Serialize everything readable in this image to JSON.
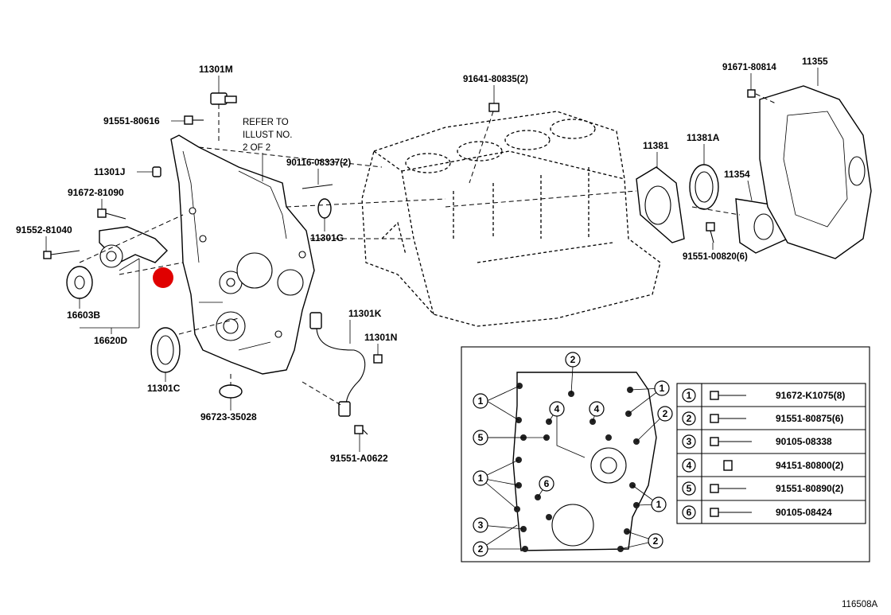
{
  "labels": {
    "p11301M": "11301M",
    "p91551_80616": "91551-80616",
    "refer_line1": "REFER TO",
    "refer_line2": "ILLUST NO.",
    "refer_line3": "2 OF 2",
    "p11301J": "11301J",
    "p91672_81090": "91672-81090",
    "p91552_81040": "91552-81040",
    "p16603B": "16603B",
    "p16620D": "16620D",
    "p11301C": "11301C",
    "p96723_35028": "96723-35028",
    "p90116_08337": "90116-08337(2)",
    "p11301G": "11301G",
    "p11301K": "11301K",
    "p11301N": "11301N",
    "p91551_A0622": "91551-A0622",
    "p91641_80835": "91641-80835(2)",
    "p11381": "11381",
    "p11381A": "11381A",
    "p11354": "11354",
    "p91551_00820": "91551-00820(6)",
    "p91671_80814": "91671-80814",
    "p11355": "11355",
    "illustration_id": "116508A"
  },
  "inset": {
    "callouts": [
      "1",
      "2",
      "3",
      "4",
      "5",
      "6"
    ],
    "legend": [
      {
        "num": "1",
        "part": "91672-K1075(8)"
      },
      {
        "num": "2",
        "part": "91551-80875(6)"
      },
      {
        "num": "3",
        "part": "90105-08338"
      },
      {
        "num": "4",
        "part": "94151-80800(2)"
      },
      {
        "num": "5",
        "part": "91551-80890(2)"
      },
      {
        "num": "6",
        "part": "90105-08424"
      }
    ]
  },
  "colors": {
    "marker": "#e00000",
    "ink": "#000000"
  }
}
